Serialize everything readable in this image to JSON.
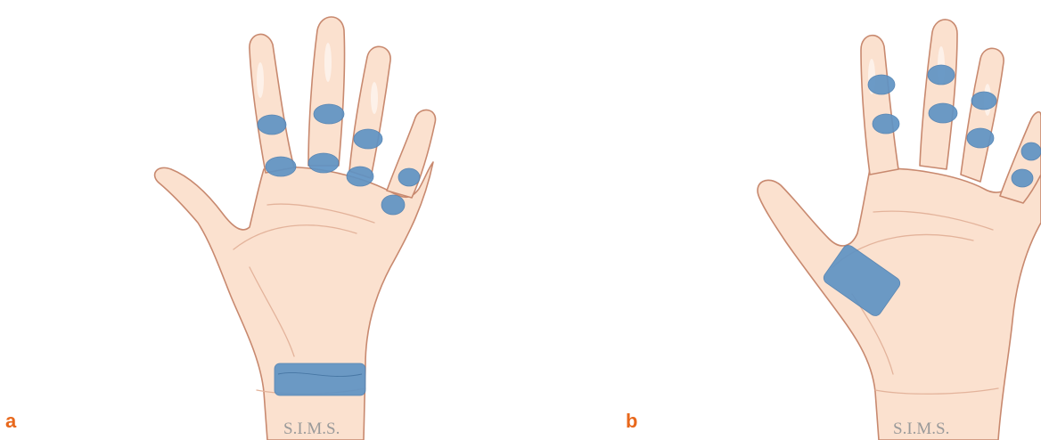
{
  "panels": [
    {
      "label": "a",
      "watermark": "S.I.M.S."
    },
    {
      "label": "b",
      "watermark": "S.I.M.S."
    }
  ],
  "colors": {
    "skin": "#fbe1cf",
    "outline": "#c8896f",
    "affected_area": "#5f93c4",
    "panel_label": "#e8681c"
  }
}
